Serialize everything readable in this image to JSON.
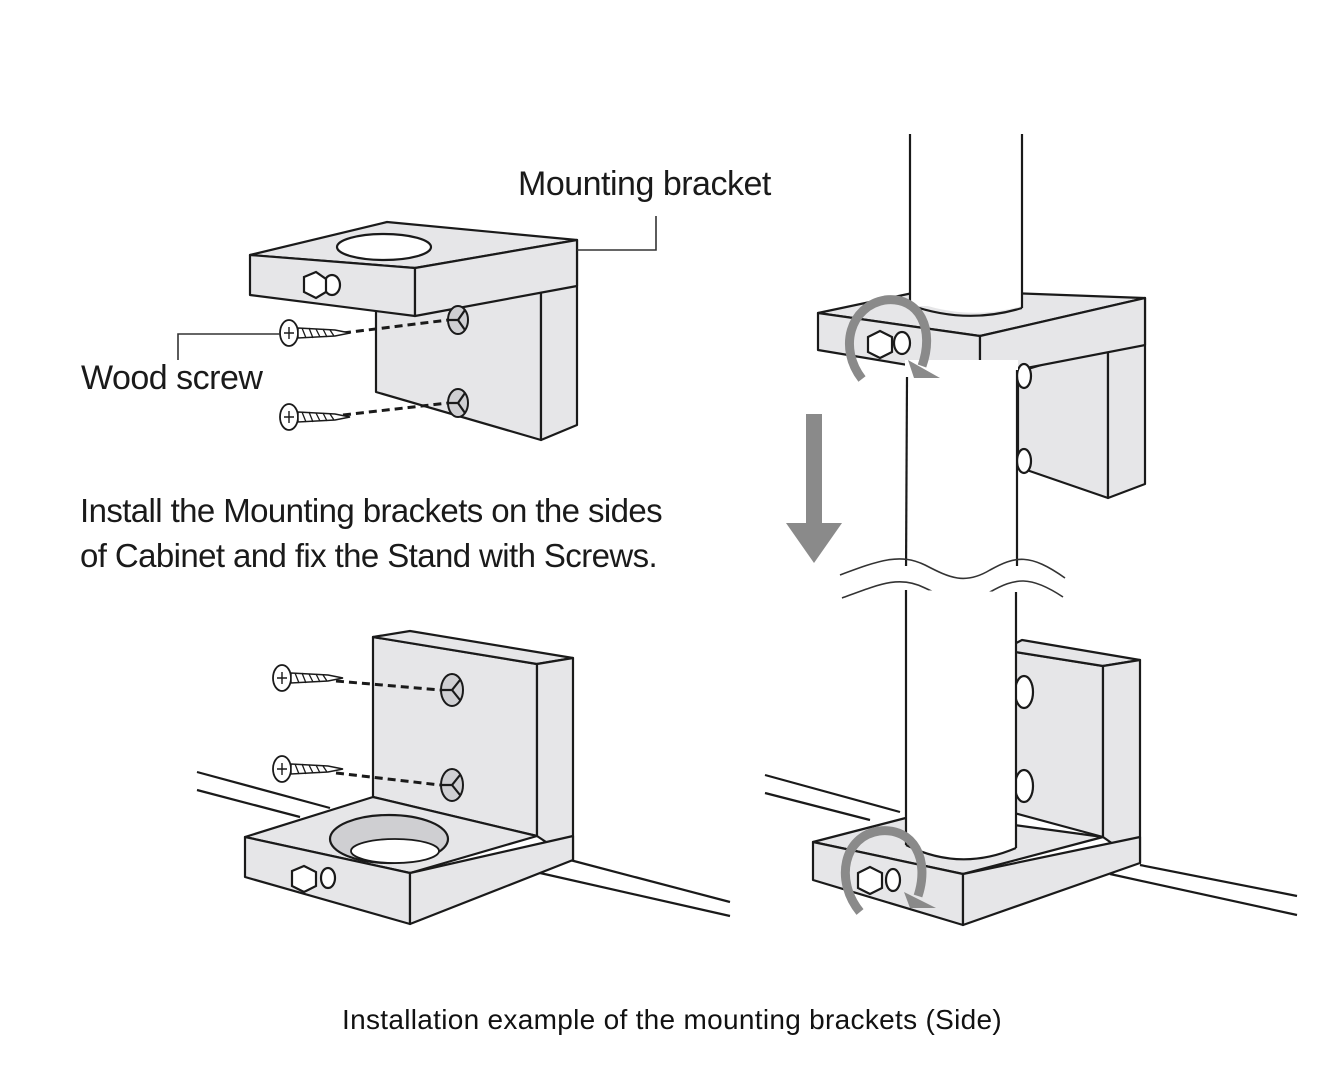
{
  "labels": {
    "mounting_bracket": "Mounting bracket",
    "wood_screw": "Wood screw"
  },
  "instruction": {
    "line1": "Install the Mounting brackets on the sides",
    "line2": "of Cabinet and fix the Stand with Screws."
  },
  "caption": "Installation example of the mounting brackets (Side)",
  "colors": {
    "bracket_fill": "#e6e6e8",
    "outline": "#1a1a1a",
    "arrow_gray": "#8a8a8a",
    "background": "#ffffff"
  },
  "icons": {
    "down_arrow": "arrow-down-icon",
    "rotation": "rotate-clockwise-icon",
    "screw": "wood-screw-icon",
    "bolt": "hex-bolt-icon"
  }
}
